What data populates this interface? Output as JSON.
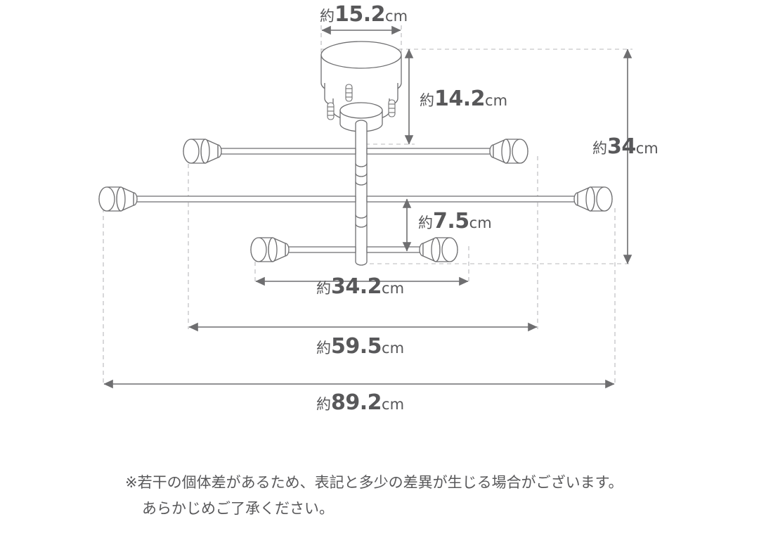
{
  "figure": {
    "subject": "ceiling-light-dimension-drawing",
    "stroke_color": "#6e6e70",
    "guide_color": "#b9b9bb",
    "text_color": "#58585a"
  },
  "dimensions": {
    "canopy_width": {
      "jp": "約",
      "value": "15.2",
      "unit": "cm"
    },
    "canopy_height": {
      "jp": "約",
      "value": "14.2",
      "unit": "cm"
    },
    "total_height": {
      "jp": "約",
      "value": "34",
      "unit": "cm"
    },
    "lower_arm_drop": {
      "jp": "約",
      "value": "7.5",
      "unit": "cm"
    },
    "short_arm_span": {
      "jp": "約",
      "value": "34.2",
      "unit": "cm"
    },
    "mid_arm_span": {
      "jp": "約",
      "value": "59.5",
      "unit": "cm"
    },
    "long_arm_span": {
      "jp": "約",
      "value": "89.2",
      "unit": "cm"
    }
  },
  "note": {
    "line1": "※若干の個体差があるため、表記と多少の差異が生じる場合がございます。",
    "line2": "あらかじめご了承ください。"
  }
}
